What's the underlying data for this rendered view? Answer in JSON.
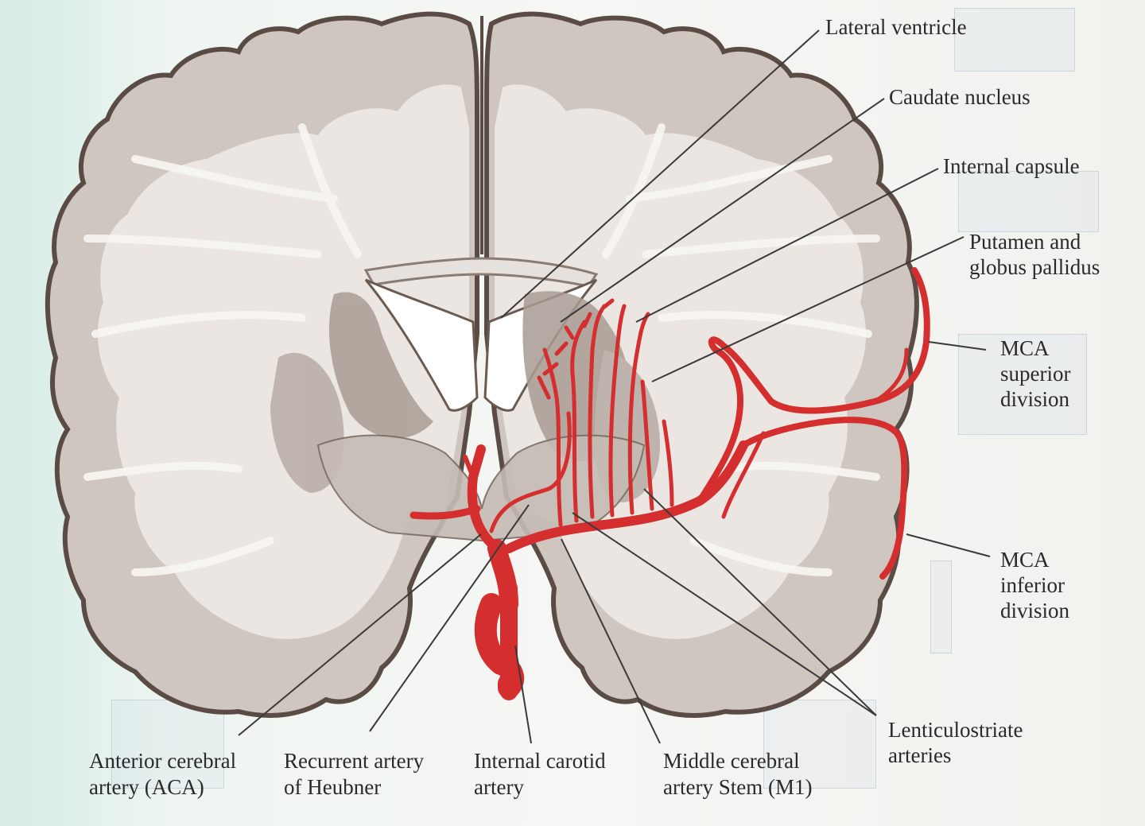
{
  "labels": {
    "lateral_ventricle": "Lateral ventricle",
    "caudate_nucleus": "Caudate nucleus",
    "internal_capsule": "Internal capsule",
    "putamen_line1": "Putamen and",
    "putamen_line2": "globus pallidus",
    "mca_sup_line1": "MCA",
    "mca_sup_line2": "superior",
    "mca_sup_line3": "division",
    "mca_inf_line1": "MCA",
    "mca_inf_line2": "inferior",
    "mca_inf_line3": "division",
    "lenticulo_line1": "Lenticulostriate",
    "lenticulo_line2": "arteries",
    "aca_line1": "Anterior cerebral",
    "aca_line2": "artery (ACA)",
    "heubner_line1": "Recurrent artery",
    "heubner_line2": "of Heubner",
    "ica_line1": "Internal carotid",
    "ica_line2": "artery",
    "m1_line1": "Middle cerebral",
    "m1_line2": "artery Stem (M1)"
  },
  "colors": {
    "artery": "#d42e2e",
    "cortex_gray": "#cfc6c0",
    "white_matter": "#ece8e4",
    "outline": "#5a4c44",
    "deep_nuclei": "#a99c94"
  }
}
